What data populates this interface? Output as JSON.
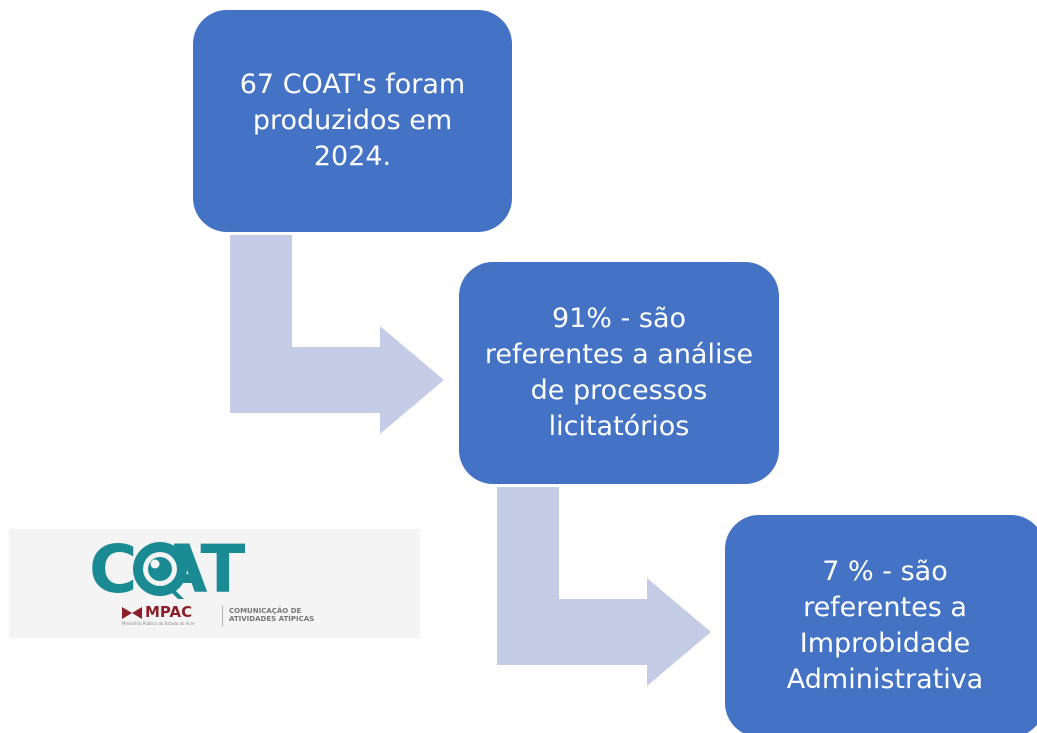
{
  "steps": [
    {
      "text": "67 COAT's  foram\nproduzidos em\n2024."
    },
    {
      "text": "91% - são\nreferentes a análise\nde processos\nlicitatórios"
    },
    {
      "text": "7 %  - são\nreferentes a\nImprobidade\nAdministrativa"
    }
  ],
  "logo": {
    "wordmark": "C   AT",
    "org": "MPAC",
    "org_tagline": "Ministério Público do Estado do Acre",
    "description": "COMUNICAÇÃO DE\nATIVIDADES ATÍPICAS"
  },
  "colors": {
    "box": "#4472c4",
    "arrow": "#c5cde6",
    "logo_teal": "#1a8a93",
    "logo_red": "#8b1f2a"
  },
  "icons": {
    "logo_mark": "magnifier-eye-icon",
    "org_mark": "mpac-bowtie-icon"
  }
}
